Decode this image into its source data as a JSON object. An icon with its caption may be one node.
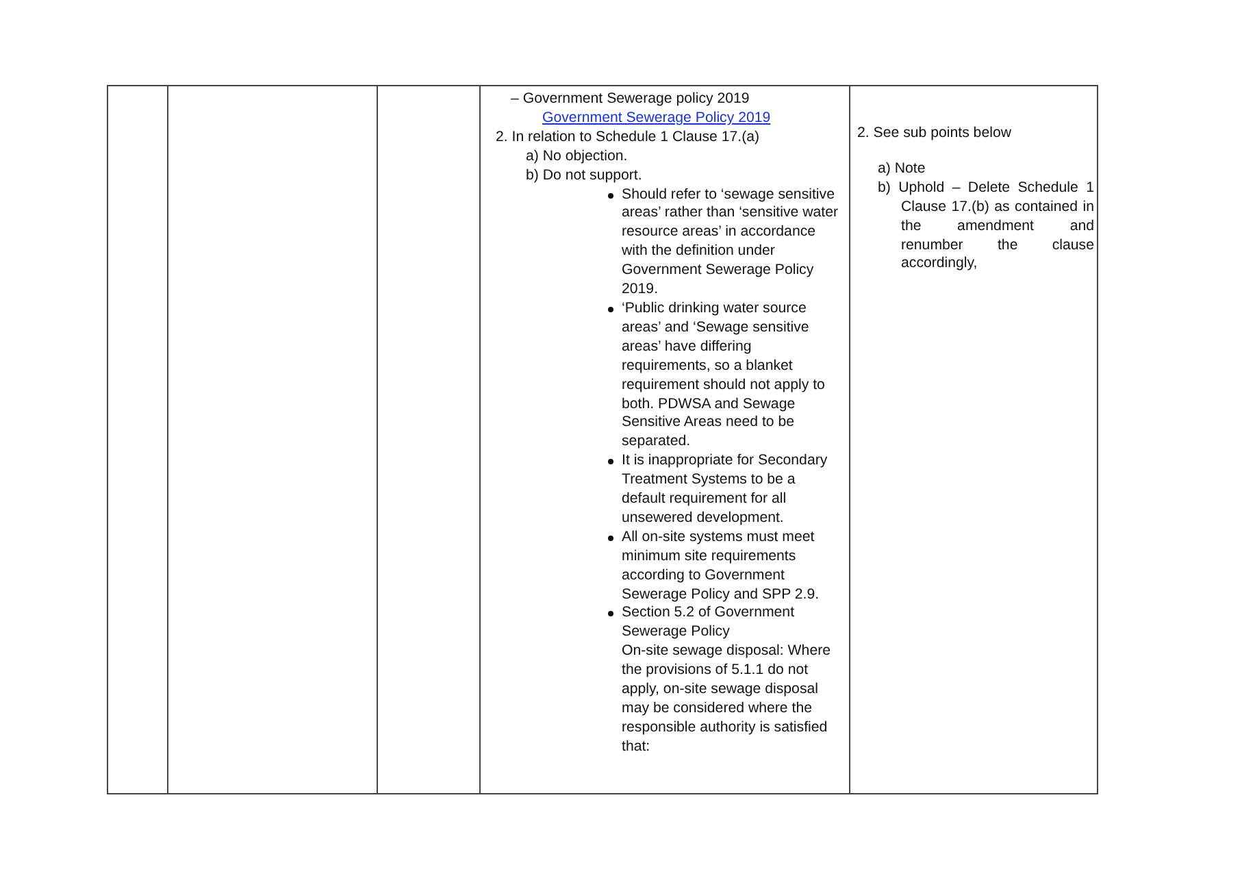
{
  "diagram": {
    "labels": [
      "– Government Sewerage policy 2019",
      "Government Sewerage Policy 2019",
      "2. In relation to Schedule 1 Clause 17.(a)",
      "a) No objection.",
      "b) Do not support.",
      "Should refer to ‘sewage sensitive areas’ rather than ‘sensitive water resource areas’ in accordance with the definition under Government Sewerage Policy 2019.",
      "‘Public drinking water source areas’ and ‘Sewage sensitive areas’ have differing requirements, so a blanket requirement should not apply to both. PDWSA and Sewage Sensitive Areas need to be separated.",
      "It is inappropriate for Secondary Treatment Systems to be a default requirement for all unsewered development.",
      "All on-site systems must meet minimum site requirements according to Government Sewerage Policy and SPP 2.9.",
      "Section 5.2 of Government Sewerage Policy",
      "On-site sewage disposal: Where the provisions of 5.1.1 do not apply, on-site sewage disposal may be considered where the responsible authority is satisfied that:",
      "2. See sub points below",
      "a) Note",
      "b) Uphold – Delete Schedule 1 Clause 17.(b) as contained in the amendment and renumber the clause accordingly,"
    ]
  }
}
